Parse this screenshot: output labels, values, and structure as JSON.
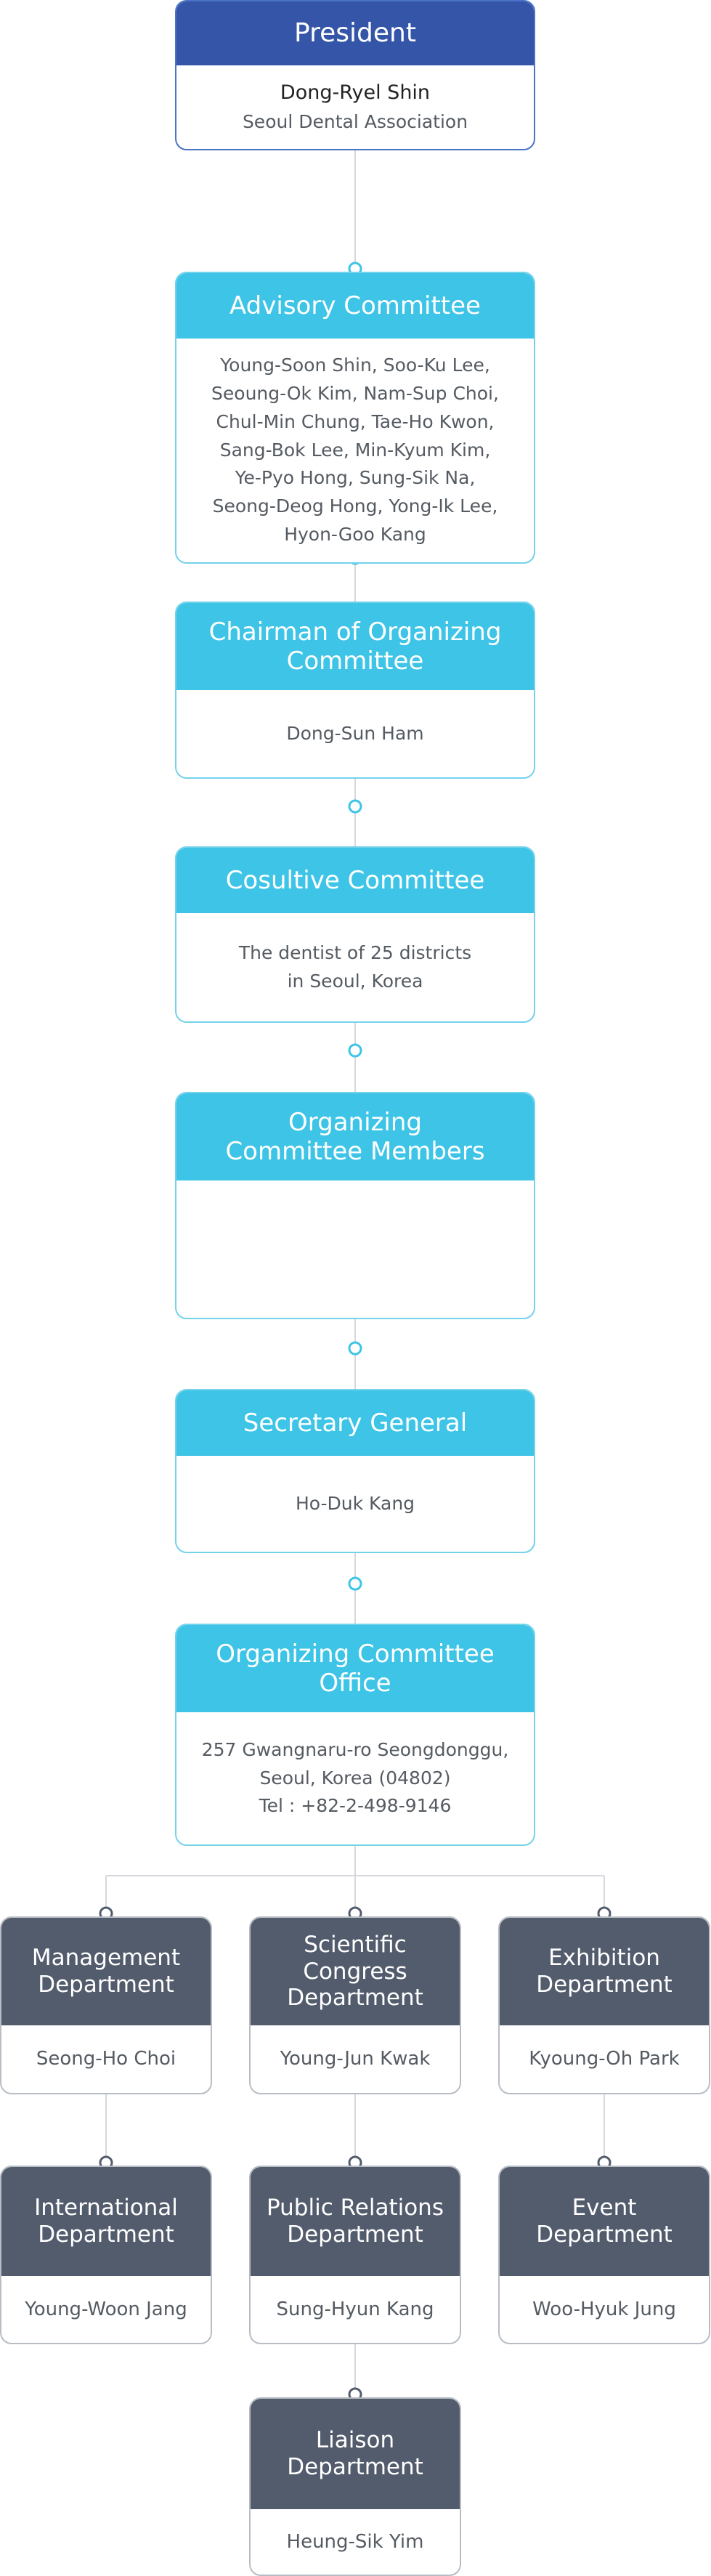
{
  "president": {
    "title": "President",
    "name": "Dong-Ryel Shin",
    "org": "Seoul Dental Association"
  },
  "advisory": {
    "title": "Advisory Committee",
    "members": "Young-Soon Shin, Soo-Ku Lee,\nSeoung-Ok Kim, Nam-Sup Choi,\nChul-Min Chung, Tae-Ho Kwon,\nSang-Bok Lee, Min-Kyum Kim,\nYe-Pyo Hong, Sung-Sik Na,\nSeong-Deog Hong, Yong-Ik Lee,\nHyon-Goo Kang"
  },
  "chairman": {
    "title": "Chairman of Organizing\nCommittee",
    "name": "Dong-Sun Ham"
  },
  "consultive": {
    "title": "Cosultive Committee",
    "desc": "The dentist of 25 districts\nin Seoul, Korea"
  },
  "members": {
    "title": "Organizing\nCommittee Members",
    "desc": ""
  },
  "secretary": {
    "title": "Secretary General",
    "name": "Ho-Duk Kang"
  },
  "office": {
    "title": "Organizing Committee\nOffice",
    "address": "257 Gwangnaru-ro Seongdonggu,\nSeoul, Korea (04802)\nTel : +82-2-498-9146"
  },
  "departments": {
    "management": {
      "title": "Management\nDepartment",
      "name": "Seong-Ho Choi"
    },
    "scientific": {
      "title": "Scientific\nCongress\nDepartment",
      "name": "Young-Jun Kwak"
    },
    "exhibition": {
      "title": "Exhibition\nDepartment",
      "name": "Kyoung-Oh Park"
    },
    "international": {
      "title": "International\nDepartment",
      "name": "Young-Woon Jang"
    },
    "public_relations": {
      "title": "Public Relations\nDepartment",
      "name": "Sung-Hyun Kang"
    },
    "event": {
      "title": "Event\nDepartment",
      "name": "Woo-Hyuk Jung"
    },
    "liaison": {
      "title": "Liaison\nDepartment",
      "name": "Heung-Sik Yim"
    }
  },
  "colors": {
    "navy": "#3556a8",
    "cyan": "#3dc4e6",
    "slate": "#535c6d",
    "connector": "#d5d9de"
  }
}
